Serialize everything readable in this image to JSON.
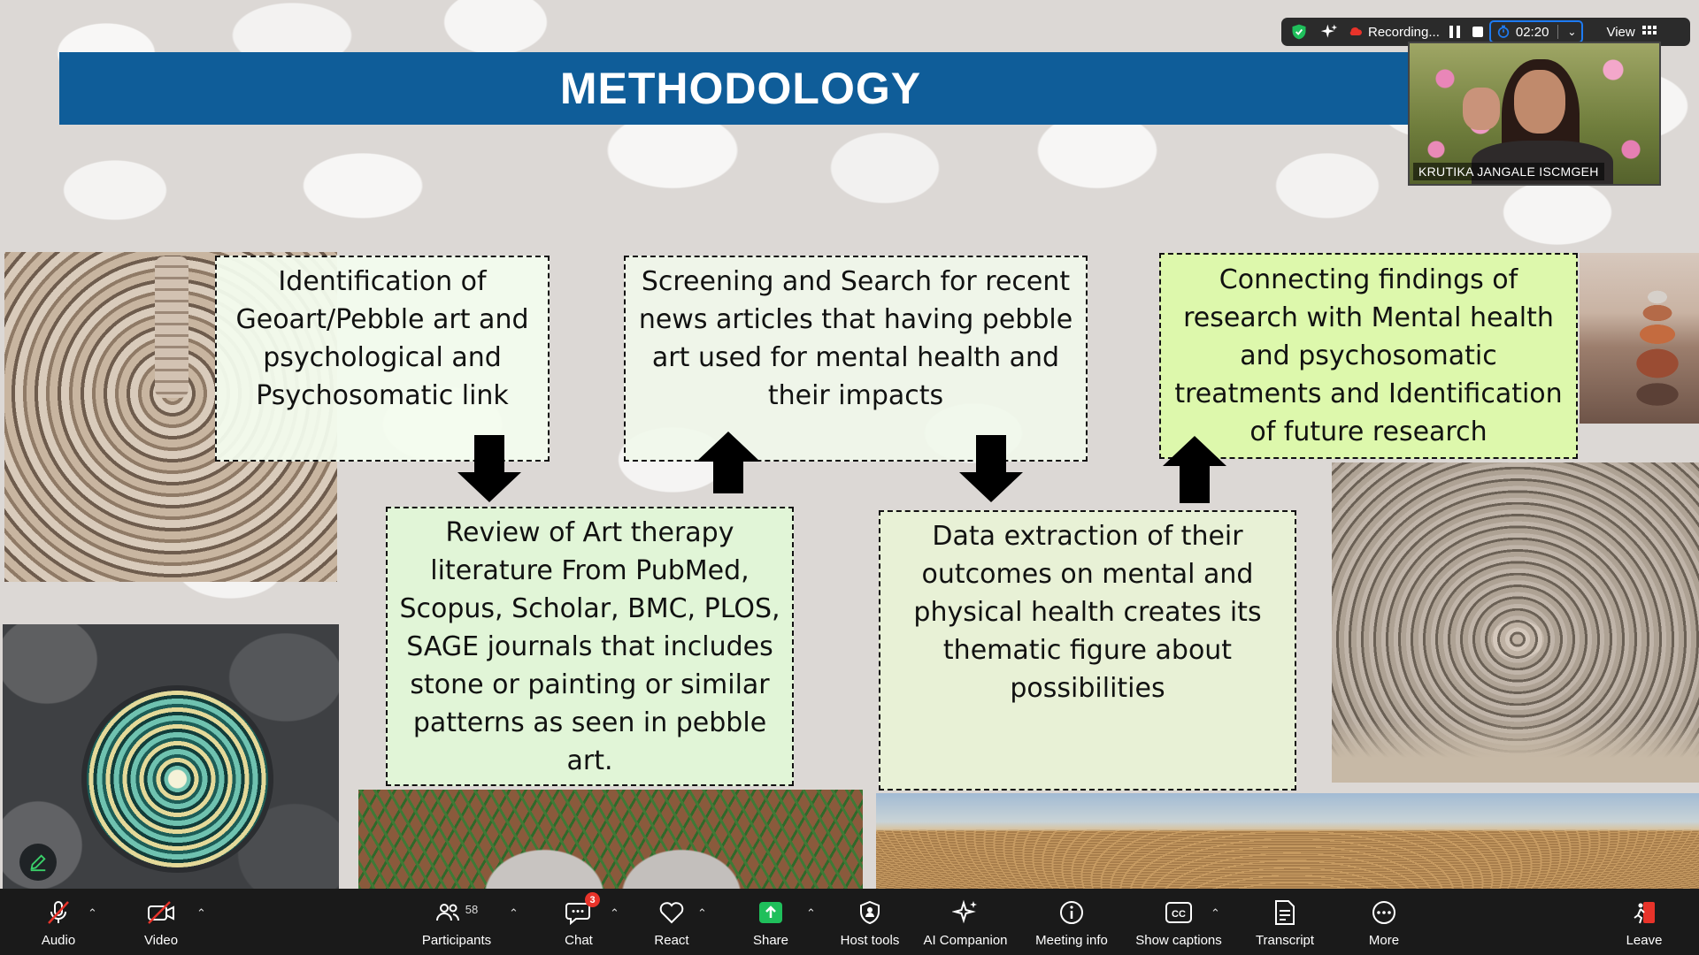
{
  "slide": {
    "title": "METHODOLOGY",
    "boxes": [
      "Identification of Geoart/Pebble art and psychological and Psychosomatic link",
      "Screening and Search for recent news articles that having pebble art used for mental health and their impacts",
      "Connecting findings of research with Mental health and psychosomatic treatments and Identification of future research",
      "Review of Art therapy literature From PubMed, Scopus, Scholar, BMC, PLOS, SAGE journals that includes stone or painting or similar patterns as seen in pebble art.",
      "Data extraction of their outcomes on mental and physical health creates its thematic figure about possibilities"
    ]
  },
  "status": {
    "recording_label": "Recording...",
    "timer": "02:20",
    "view_label": "View"
  },
  "video": {
    "participant_name": "KRUTIKA JANGALE ISCMGEH"
  },
  "toolbar": {
    "audio": "Audio",
    "video": "Video",
    "participants": "Participants",
    "participants_count": "58",
    "chat": "Chat",
    "chat_badge": "3",
    "react": "React",
    "share": "Share",
    "host_tools": "Host tools",
    "ai_companion": "AI Companion",
    "meeting_info": "Meeting info",
    "show_captions": "Show captions",
    "transcript": "Transcript",
    "more": "More",
    "leave": "Leave"
  },
  "colors": {
    "title_bar": "#0f5d99",
    "share_green": "#1fbf5b",
    "leave_red": "#e8332a",
    "timer_blue": "#1e7bf2"
  }
}
